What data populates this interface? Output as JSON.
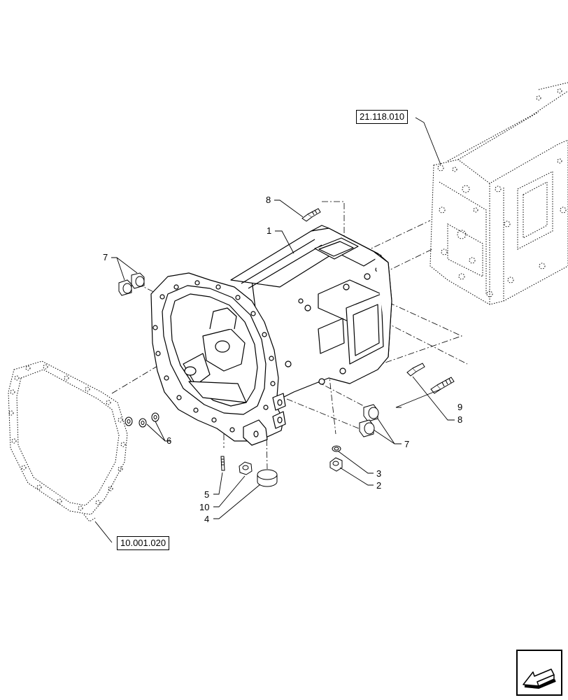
{
  "reference_labels": {
    "top_right": "21.118.010",
    "bottom_left": "10.001.020"
  },
  "callouts": [
    {
      "id": "c1",
      "text": "1"
    },
    {
      "id": "c2",
      "text": "2"
    },
    {
      "id": "c3",
      "text": "3"
    },
    {
      "id": "c4",
      "text": "4"
    },
    {
      "id": "c5",
      "text": "5"
    },
    {
      "id": "c6",
      "text": "6"
    },
    {
      "id": "c7a",
      "text": "7"
    },
    {
      "id": "c7b",
      "text": "7"
    },
    {
      "id": "c8a",
      "text": "8"
    },
    {
      "id": "c8b",
      "text": "8"
    },
    {
      "id": "c9",
      "text": "9"
    },
    {
      "id": "c10",
      "text": "10"
    }
  ],
  "navigation": {
    "icon": "arrow-icon"
  }
}
